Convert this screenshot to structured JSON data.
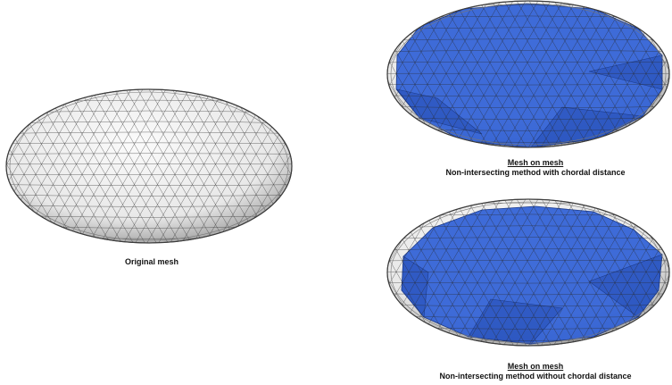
{
  "figure": {
    "original": {
      "caption": "Original mesh"
    },
    "chordal": {
      "title": "Mesh on mesh",
      "subtitle": "Non-intersecting method with chordal distance"
    },
    "no_chordal": {
      "title": "Mesh on mesh",
      "subtitle": "Non-intersecting method without chordal distance"
    }
  },
  "colors": {
    "mesh_fill": "#e8e8e8",
    "mesh_line": "#2a2a2a",
    "blue_fill": "#2f5fd6",
    "blue_dark": "#2249b0",
    "background": "#ffffff"
  }
}
